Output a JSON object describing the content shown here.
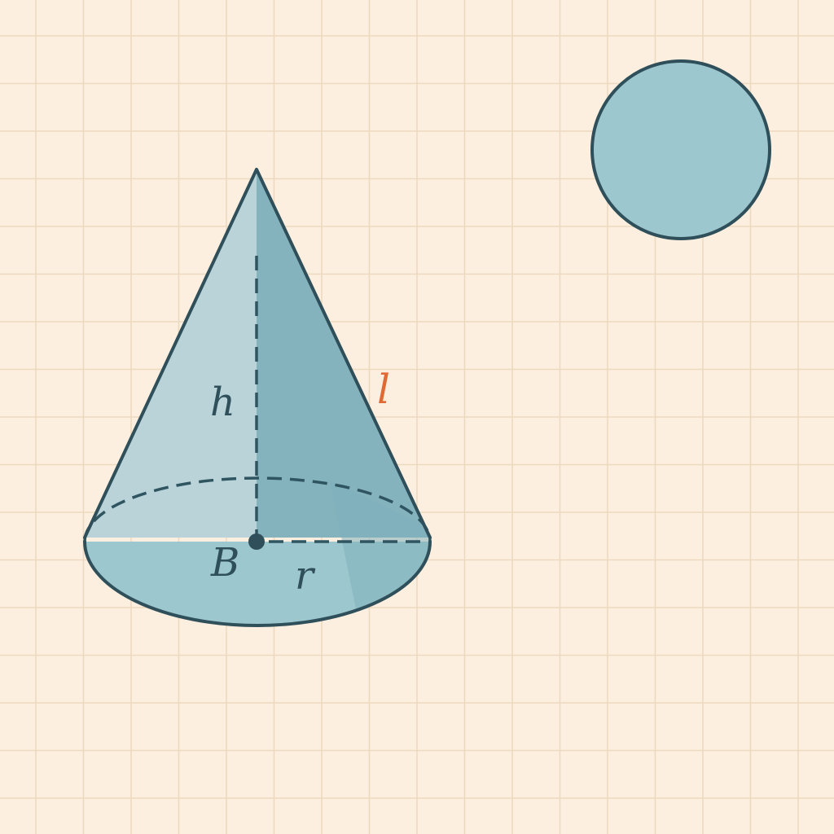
{
  "labels": {
    "height": "h",
    "slant": "l",
    "center": "B",
    "radius": "r"
  },
  "colors": {
    "background": "#fcefdf",
    "grid": "#ecd9bf",
    "cone_light_face": "#b9d3d9",
    "cone_dark_face": "#84b2bd",
    "base_fill": "#9cc7cf",
    "circle_fill": "#9cc7cf",
    "outline": "#2f4f5a",
    "slant_label": "#e06a35"
  }
}
